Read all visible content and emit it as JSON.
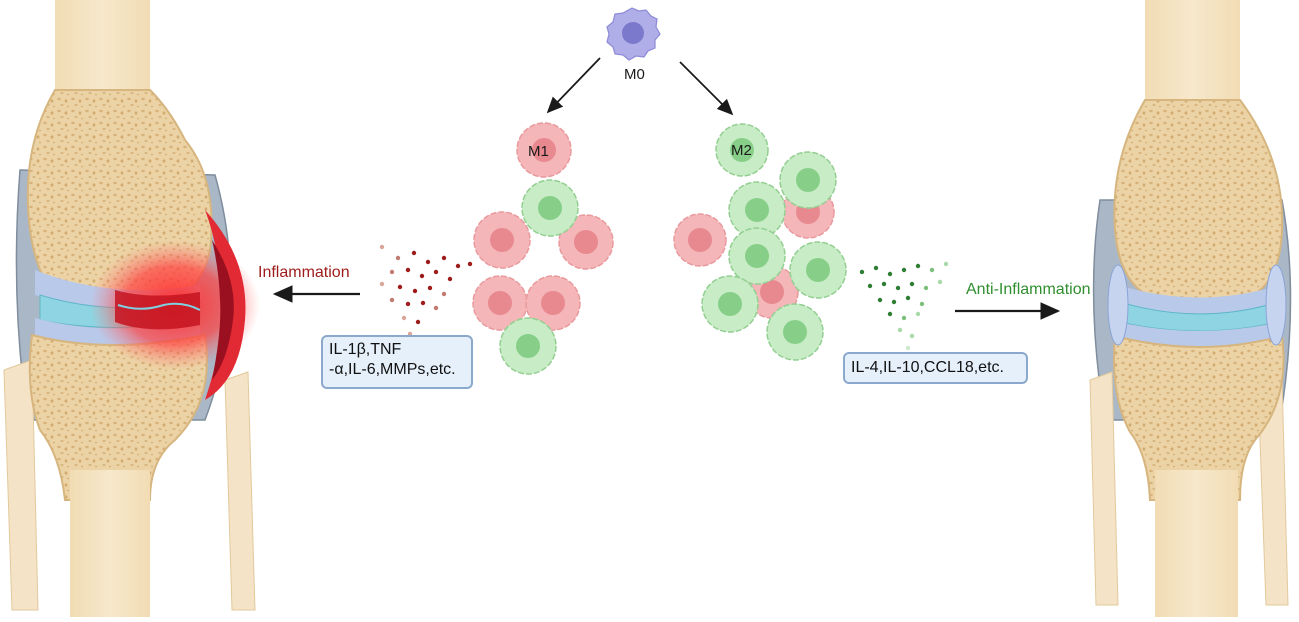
{
  "labels": {
    "m0": "M0",
    "m1": "M1",
    "m2": "M2",
    "inflammation": "Inflammation",
    "anti_inflammation": "Anti-Inflammation"
  },
  "cytokines": {
    "pro_line1": "IL-1β,TNF",
    "pro_line2": "-α,IL-6,MMPs,etc.",
    "anti": "IL-4,IL-10,CCL18,etc."
  },
  "colors": {
    "bone": "#ecd3a5",
    "bone_pore": "#d7b27a",
    "cartilage": "#b9c9ea",
    "synovial_fluid": "#7fcbdc",
    "capsule": "#9aa8b6",
    "inflamed_red": "#d81d28",
    "inflamed_dark": "#9a1020",
    "m0_purple": "#a7a5e3",
    "m1_pink": "#f3b4b6",
    "m2_green": "#bfe7bf",
    "pro_text": "#9e1b1b",
    "anti_text": "#2f8f2f",
    "box_fill": "#e6f0fb",
    "box_border": "#8aa9cc"
  }
}
